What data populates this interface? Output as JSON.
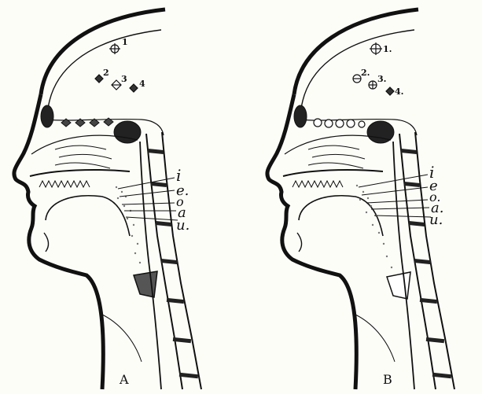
{
  "panels": [
    {
      "caption": "A",
      "points": [
        "1",
        "2",
        "3",
        "4"
      ],
      "vowels": [
        "i",
        "e.",
        "o",
        "a",
        "u."
      ]
    },
    {
      "caption": "B",
      "points": [
        "1.",
        "2.",
        "3.",
        "4."
      ],
      "vowels": [
        "i",
        "e",
        "o.",
        "a.",
        "u."
      ]
    }
  ]
}
